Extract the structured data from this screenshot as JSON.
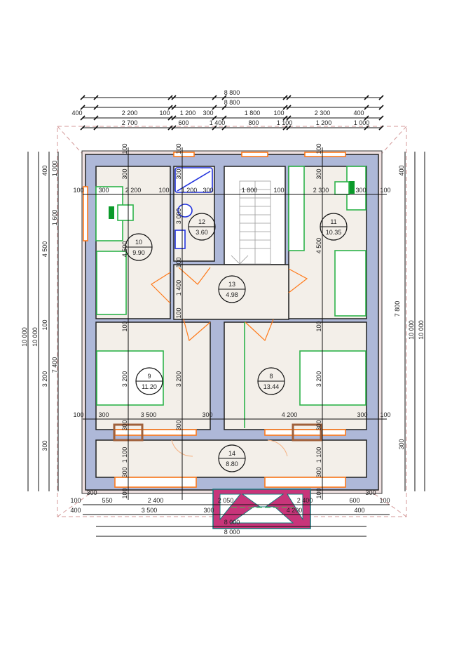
{
  "rooms": [
    {
      "number": "10",
      "area": "9.90"
    },
    {
      "number": "12",
      "area": "3.60"
    },
    {
      "number": "11",
      "area": "10.35"
    },
    {
      "number": "13",
      "area": "4.98"
    },
    {
      "number": "9",
      "area": "11.20"
    },
    {
      "number": "8",
      "area": "13.44"
    },
    {
      "number": "14",
      "area": "8.80"
    }
  ],
  "dimensions": {
    "top_overall": [
      "8 800",
      "8 800"
    ],
    "top_row3": [
      "400",
      "2 200",
      "100",
      "1 200",
      "300",
      "1 800",
      "100",
      "2 300",
      "400"
    ],
    "top_row4": [
      "2 700",
      "600",
      "1 400",
      "800",
      "1 100",
      "1 200",
      "1 000"
    ],
    "bottom_row1": [
      "100",
      "300",
      "550",
      "2 400",
      "2 050",
      "2 400",
      "600",
      "300",
      "100"
    ],
    "bottom_row2": [
      "400",
      "3 500",
      "300",
      "4 200",
      "400"
    ],
    "bottom_overall": [
      "8 000",
      "8 000"
    ],
    "left": [
      "10 000",
      "10 000",
      "400",
      "4 500",
      "100",
      "3 200",
      "300",
      "1 000",
      "1 600",
      "7 400"
    ],
    "right": [
      "400",
      "7 800",
      "10 000",
      "10 000",
      "300"
    ],
    "interior_top": [
      "100",
      "100",
      "100"
    ],
    "interior_row_upper": [
      "100",
      "300",
      "2 200",
      "100",
      "1 200",
      "300",
      "1 800",
      "100",
      "2 300",
      "300",
      "100"
    ],
    "interior_vertical_upper": [
      "300",
      "4 500",
      "300",
      "3 000",
      "100",
      "1 400",
      "100",
      "300",
      "4 500"
    ],
    "interior_vertical_lower": [
      "100",
      "3 200",
      "3 200",
      "100",
      "3 200"
    ],
    "interior_row_lower": [
      "100",
      "300",
      "3 500",
      "300",
      "4 200",
      "300",
      "100"
    ],
    "interior_corridor": [
      "300",
      "1 100",
      "300",
      "100",
      "300",
      "300",
      "1 100",
      "300",
      "100"
    ]
  },
  "colors": {
    "wall": "#aeb8d8",
    "floor": "#f3efe9",
    "window": "#ff7a1a",
    "furniture": "#2db34a",
    "plumbing": "#2233dd",
    "balcony": "#c8357a",
    "roof_line": "#d49a9a"
  }
}
